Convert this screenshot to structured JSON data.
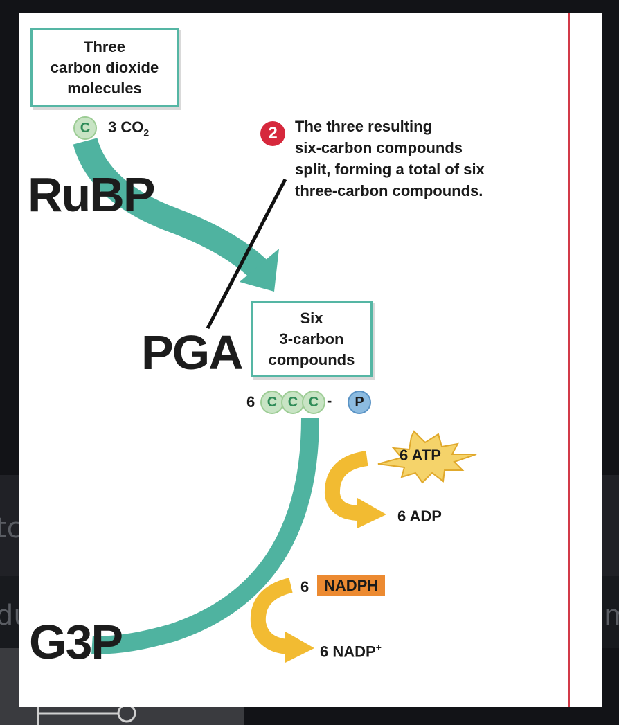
{
  "background_ui": {
    "partial_text_left_1": "tc",
    "partial_text_left_2": "du",
    "partial_text_right": "m"
  },
  "diagram": {
    "co2_box": {
      "line1": "Three",
      "line2": "carbon dioxide",
      "line3": "molecules"
    },
    "co2_carbon_symbol": "C",
    "co2_label": "3 CO",
    "co2_subscript": "2",
    "rubp_label": "RuBP",
    "step_number": "2",
    "step_text": {
      "line1": "The three resulting",
      "line2": "six-carbon compounds",
      "line3": "split, forming a total of six",
      "line4": "three-carbon compounds."
    },
    "pga_label": "PGA",
    "pga_box": {
      "line1": "Six",
      "line2": "3-carbon",
      "line3": "compounds"
    },
    "molecule_count": "6",
    "molecule_carbons": [
      "C",
      "C",
      "C"
    ],
    "molecule_dash": "-",
    "molecule_phosphate": "P",
    "atp_label": "6 ATP",
    "adp_label": "6 ADP",
    "nadph_count": "6",
    "nadph_label": "NADPH",
    "nadp_label": "6 NADP",
    "nadp_superscript": "+",
    "g3p_label": "G3P"
  },
  "colors": {
    "teal_arrow": "#4fb3a0",
    "yellow_arrow": "#f2bb32",
    "nadph_box": "#ec8a31",
    "step_badge": "#d6283c",
    "red_rule": "#d23a48"
  }
}
